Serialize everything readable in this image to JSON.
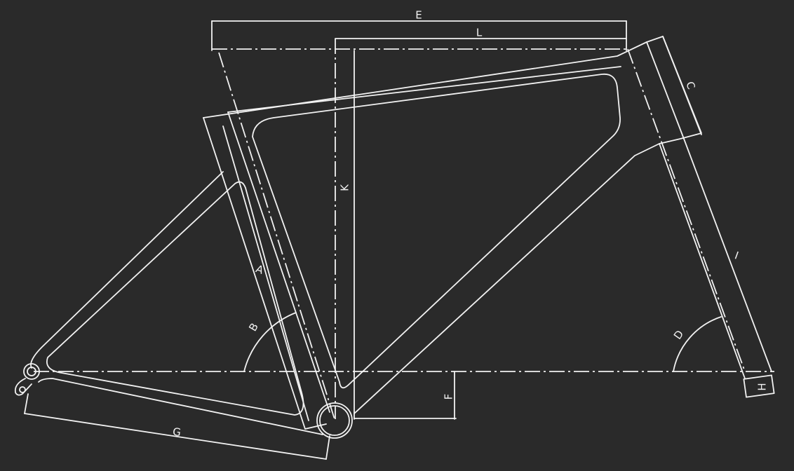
{
  "diagram": {
    "labels": {
      "E": "E",
      "L": "L",
      "C": "C",
      "K": "K",
      "A": "A",
      "B": "B",
      "I": "I",
      "D": "D",
      "F": "F",
      "G": "G",
      "H": "H"
    },
    "colors": {
      "background": "#2a2a2a",
      "line": "#f2f2f2"
    }
  }
}
